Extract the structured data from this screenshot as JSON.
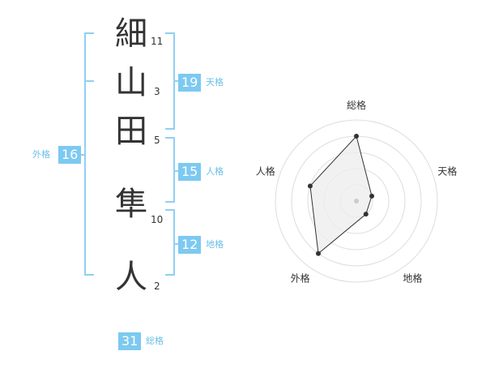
{
  "name": {
    "characters": [
      {
        "char": "細",
        "strokes": "11"
      },
      {
        "char": "山",
        "strokes": "3"
      },
      {
        "char": "田",
        "strokes": "5"
      },
      {
        "char": "隼",
        "strokes": "10"
      },
      {
        "char": "人",
        "strokes": "2"
      }
    ]
  },
  "fortunes": {
    "tenkaku": {
      "value": "19",
      "label": "天格"
    },
    "jinkaku": {
      "value": "15",
      "label": "人格"
    },
    "chikaku": {
      "value": "12",
      "label": "地格"
    },
    "gaikaku": {
      "value": "16",
      "label": "外格"
    },
    "soukaku": {
      "value": "31",
      "label": "総格"
    }
  },
  "chart_data": {
    "type": "radar",
    "axes": [
      "総格",
      "天格",
      "地格",
      "外格",
      "人格"
    ],
    "values": [
      4,
      1,
      1,
      4,
      3
    ],
    "rmax": 5,
    "rings": 5,
    "colors": {
      "fill": "#eeeeee",
      "stroke": "#333333",
      "ring": "#dddddd",
      "point": "#333333",
      "center": "#cccccc"
    }
  }
}
